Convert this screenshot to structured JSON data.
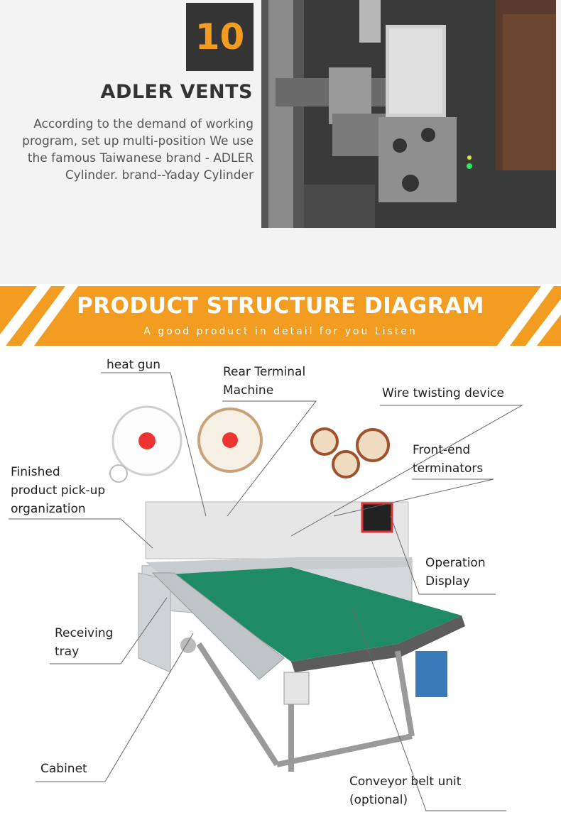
{
  "feature": {
    "number": "10",
    "title": "ADLER VENTS",
    "description": "According to the demand of working program, set up multi-position We use the famous Taiwanese brand - ADLER Cylinder. brand--Yaday Cylinder"
  },
  "banner": {
    "title": "PRODUCT STRUCTURE DIAGRAM",
    "subtitle": "A good product in detail for you Listen"
  },
  "callouts": {
    "heat_gun": "heat gun",
    "rear_terminal_1": "Rear Terminal",
    "rear_terminal_2": "Machine",
    "wire_twisting": "Wire twisting device",
    "front_end_1": "Front-end",
    "front_end_2": "terminators",
    "finished_1": "Finished",
    "finished_2": "product pick-up",
    "finished_3": "organization",
    "operation_1": "Operation",
    "operation_2": "Display",
    "receiving_1": "Receiving",
    "receiving_2": "tray",
    "cabinet": "Cabinet",
    "conveyor_1": "Conveyor belt unit",
    "conveyor_2": "(optional)"
  },
  "colors": {
    "accent": "#f29c22",
    "dark": "#343434",
    "belt": "#1f8a66"
  }
}
